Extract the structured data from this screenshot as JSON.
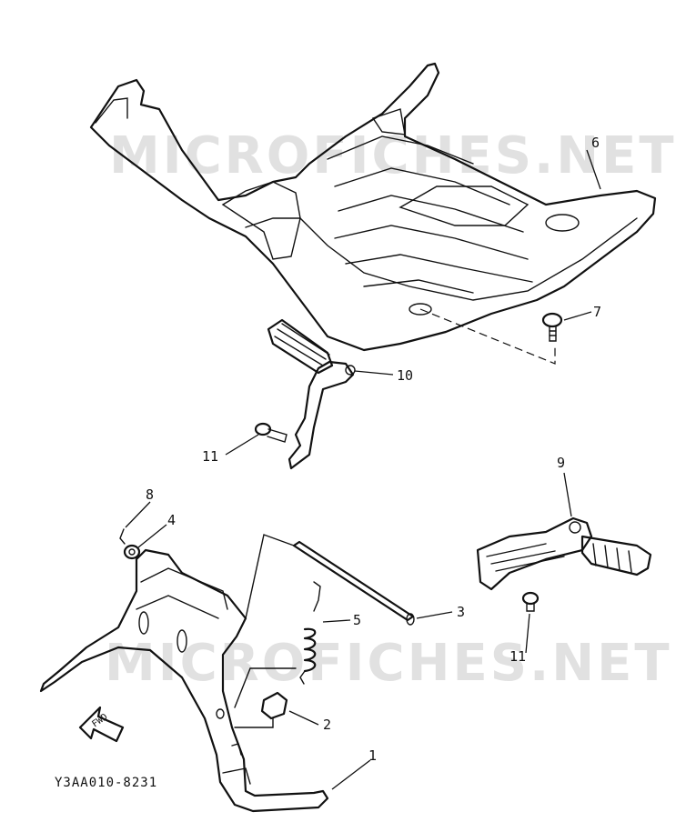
{
  "watermarks": [
    "MICROFICHES.NET",
    "MICROFICHES.NET"
  ],
  "diagram_code": "Y3AA010-8231",
  "fwd_label": "FWD",
  "callouts": {
    "c1": "1",
    "c2": "2",
    "c3": "3",
    "c4": "4",
    "c5": "5",
    "c6": "6",
    "c7": "7",
    "c8": "8",
    "c9": "9",
    "c10": "10",
    "c11a": "11",
    "c11b": "11"
  }
}
